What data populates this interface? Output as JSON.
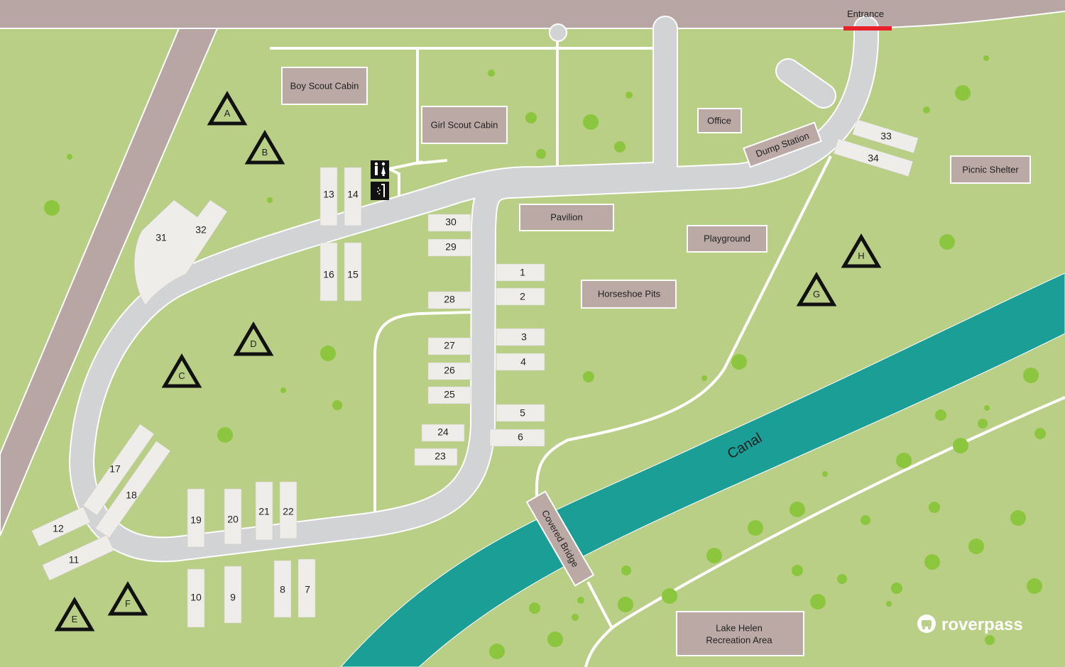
{
  "entrance": {
    "label": "Entrance"
  },
  "buildings": {
    "boy_scout": "Boy Scout Cabin",
    "girl_scout": "Girl Scout Cabin",
    "office": "Office",
    "dump_station": "Dump Station",
    "picnic_shelter": "Picnic Shelter",
    "pavilion": "Pavilion",
    "playground": "Playground",
    "horseshoe": "Horseshoe Pits",
    "covered_bridge": "Covered Bridge",
    "lake_helen_1": "Lake Helen",
    "lake_helen_2": "Recreation Area"
  },
  "canal": {
    "label": "Canal"
  },
  "tent_areas": [
    "A",
    "B",
    "C",
    "D",
    "E",
    "F",
    "G",
    "H"
  ],
  "sites": [
    "1",
    "2",
    "3",
    "4",
    "5",
    "6",
    "7",
    "8",
    "9",
    "10",
    "11",
    "12",
    "13",
    "14",
    "15",
    "16",
    "17",
    "18",
    "19",
    "20",
    "21",
    "22",
    "23",
    "24",
    "25",
    "26",
    "27",
    "28",
    "29",
    "30",
    "31",
    "32",
    "33",
    "34"
  ],
  "brand": {
    "name": "roverpass"
  },
  "colors": {
    "grass": "#b8cf85",
    "road": "#d2d3d5",
    "highway": "#b7a6a3",
    "canal": "#1a9e96",
    "building": "#bba9a5",
    "entrance_marker": "#e8202a",
    "tree": "#8cc63f"
  }
}
